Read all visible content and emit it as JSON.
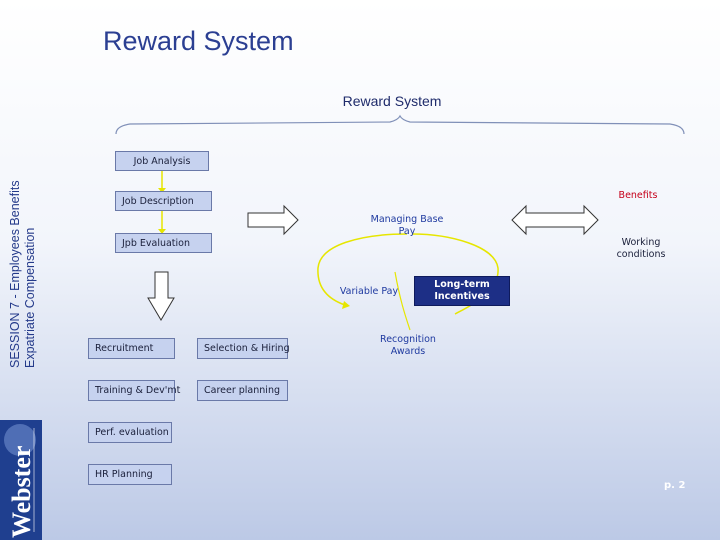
{
  "title": "Reward System",
  "subtitle": "Reward System",
  "side_text": {
    "line1": "SESSION 7 - Employees Benefits",
    "line2": "Expatriate Compensation"
  },
  "logo_text": "Webster UNIVERSITY",
  "page_number": "p. 2",
  "boxes": {
    "job_analysis": "Job Analysis",
    "job_description": "Job Description",
    "job_evaluation": "Jpb Evaluation",
    "recruitment": "Recruitment",
    "selection": "Selection & Hiring",
    "training": "Training & Dev'mt",
    "career": "Career planning",
    "perf_eval": "Perf. evaluation",
    "hr_planning": "HR Planning",
    "long_term": "Long-term Incentives"
  },
  "labels": {
    "benefits": "Benefits",
    "working": "Working conditions",
    "base_pay": "Managing Base Pay",
    "variable_pay": "Variable Pay",
    "recognition": "Recognition Awards"
  },
  "colors": {
    "title": "#2b3f92",
    "box_fill": "#c6d2ef",
    "dark_box": "#1d2f86",
    "loop": "#f2e600",
    "red_label": "#c5001a",
    "blue_label": "#1f3aa0"
  }
}
